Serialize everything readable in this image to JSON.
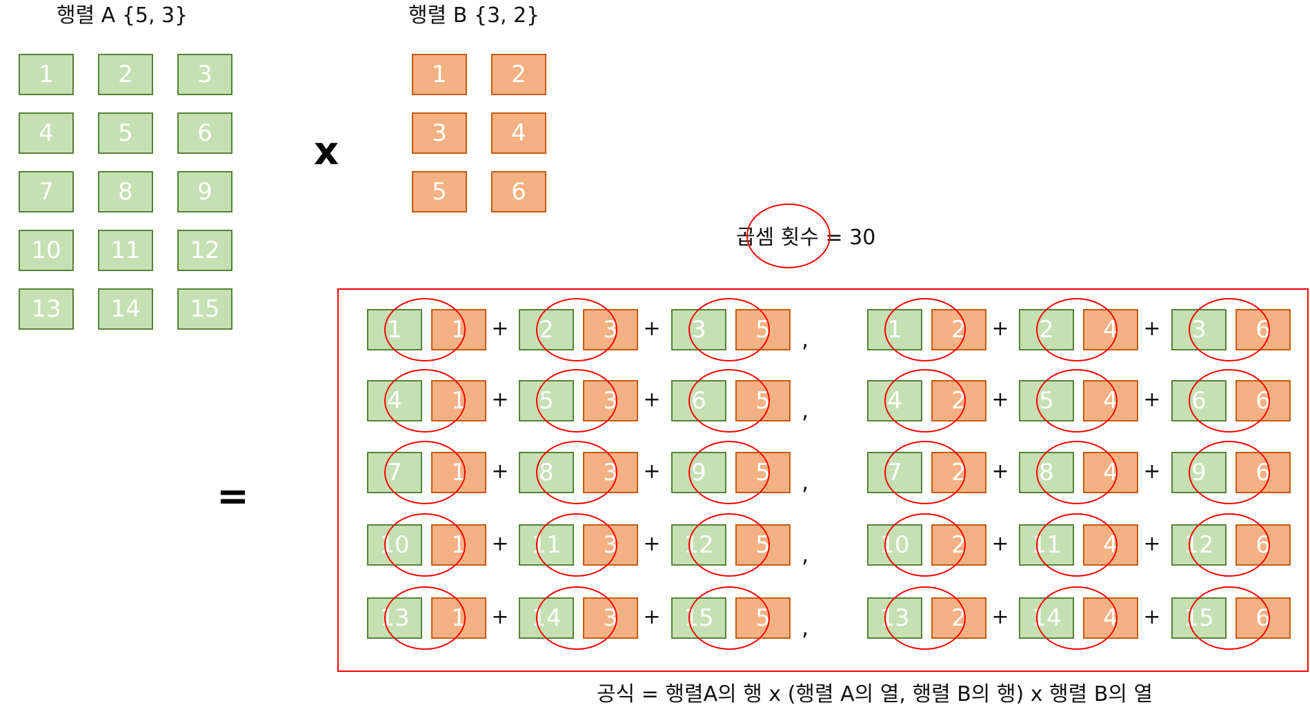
{
  "matrix_a": {
    "title": "행렬 A {5, 3}",
    "rows": [
      [
        "1",
        "2",
        "3"
      ],
      [
        "4",
        "5",
        "6"
      ],
      [
        "7",
        "8",
        "9"
      ],
      [
        "10",
        "11",
        "12"
      ],
      [
        "13",
        "14",
        "15"
      ]
    ]
  },
  "matrix_b": {
    "title": "행렬 B {3, 2}",
    "rows": [
      [
        "1",
        "2"
      ],
      [
        "3",
        "4"
      ],
      [
        "5",
        "6"
      ]
    ]
  },
  "operators": {
    "times": "x",
    "equals": "="
  },
  "result": {
    "plus": "+",
    "comma": ",",
    "rows": [
      [
        [
          [
            "1",
            "1"
          ],
          [
            "2",
            "3"
          ],
          [
            "3",
            "5"
          ]
        ],
        [
          [
            "1",
            "2"
          ],
          [
            "2",
            "4"
          ],
          [
            "3",
            "6"
          ]
        ]
      ],
      [
        [
          [
            "4",
            "1"
          ],
          [
            "5",
            "3"
          ],
          [
            "6",
            "5"
          ]
        ],
        [
          [
            "4",
            "2"
          ],
          [
            "5",
            "4"
          ],
          [
            "6",
            "6"
          ]
        ]
      ],
      [
        [
          [
            "7",
            "1"
          ],
          [
            "8",
            "3"
          ],
          [
            "9",
            "5"
          ]
        ],
        [
          [
            "7",
            "2"
          ],
          [
            "8",
            "4"
          ],
          [
            "9",
            "6"
          ]
        ]
      ],
      [
        [
          [
            "10",
            "1"
          ],
          [
            "11",
            "3"
          ],
          [
            "12",
            "5"
          ]
        ],
        [
          [
            "10",
            "2"
          ],
          [
            "11",
            "4"
          ],
          [
            "12",
            "6"
          ]
        ]
      ],
      [
        [
          [
            "13",
            "1"
          ],
          [
            "14",
            "3"
          ],
          [
            "15",
            "5"
          ]
        ],
        [
          [
            "13",
            "2"
          ],
          [
            "14",
            "4"
          ],
          [
            "15",
            "6"
          ]
        ]
      ]
    ]
  },
  "multiplication_count": "곱셈 횟수  =  30",
  "formula": "공식  =   행렬A의 행 x (행렬 A의 열, 행렬 B의 행) x 행렬 B의 열",
  "colors": {
    "green_fill": "#c6e0b4",
    "green_border": "#548235",
    "orange_fill": "#f4b183",
    "orange_border": "#c55a11",
    "highlight_red": "#ff0000"
  }
}
